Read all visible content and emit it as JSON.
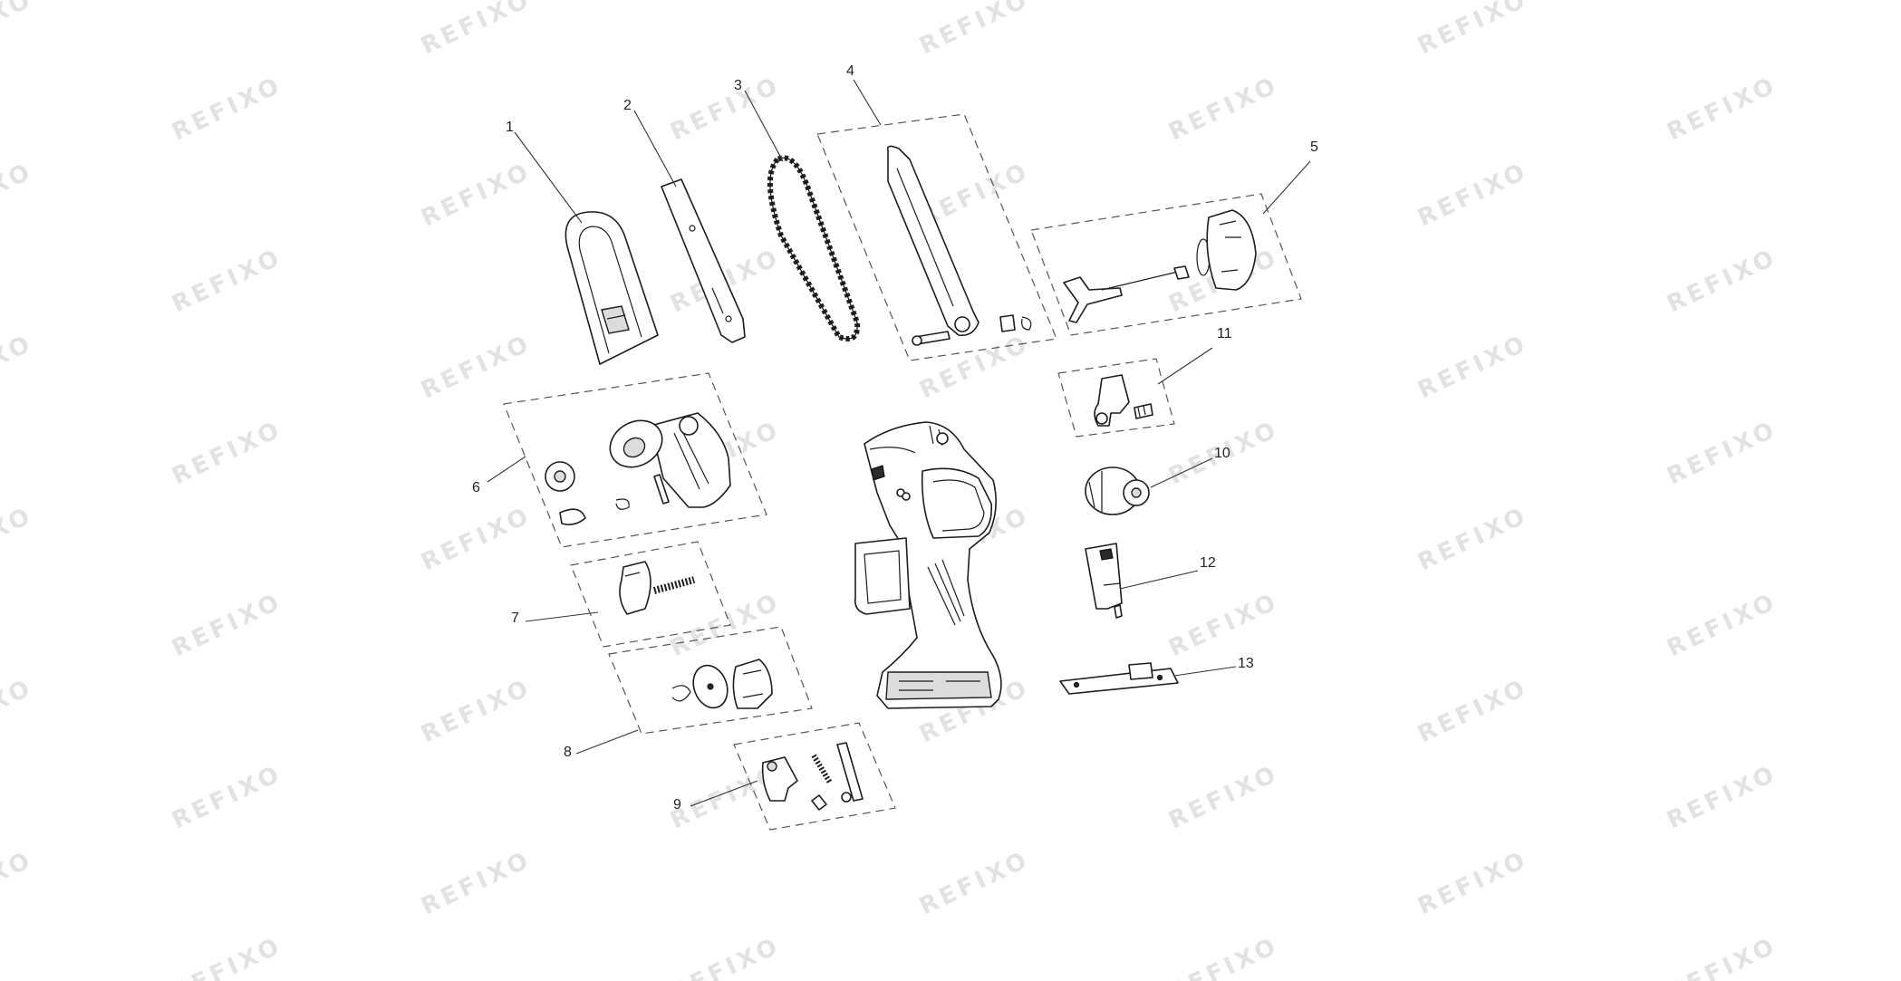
{
  "diagram": {
    "watermark_text": "REFIXO",
    "callouts": [
      "1",
      "2",
      "3",
      "4",
      "5",
      "6",
      "7",
      "8",
      "9",
      "10",
      "11",
      "12",
      "13"
    ]
  }
}
